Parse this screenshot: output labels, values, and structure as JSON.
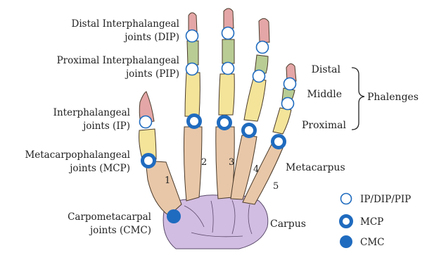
{
  "labels": {
    "dip": [
      "Distal Interphalangeal",
      "joints (DIP)"
    ],
    "pip": [
      "Proximal Interphalangeal",
      "joints (PIP)"
    ],
    "ip": [
      "Interphalangeal",
      "joints (IP)"
    ],
    "mcp": [
      "Metacarpophalangeal",
      "joints (MCP)"
    ],
    "cmc": [
      "Carpometacarpal",
      "joints (CMC)"
    ],
    "distal": "Distal",
    "middle": "Middle",
    "proximal": "Proximal",
    "phalanges": "Phalenges",
    "metacarpus": "Metacarpus",
    "carpus": "Carpus"
  },
  "metacarpal_numbers": [
    "1",
    "2",
    "3",
    "4",
    "5"
  ],
  "legend": [
    {
      "label": "IP/DIP/PIP",
      "style": "open"
    },
    {
      "label": "MCP",
      "style": "thick"
    },
    {
      "label": "CMC",
      "style": "filled"
    }
  ],
  "colors": {
    "joint_blue": "#1f6bbf",
    "distal_phalanx": "#e4a6a6",
    "middle_phalanx": "#b8cc94",
    "proximal_phalanx": "#f3e49a",
    "metacarpal": "#e8c7a8",
    "carpus": "#d2bde2",
    "line": "#333333"
  }
}
